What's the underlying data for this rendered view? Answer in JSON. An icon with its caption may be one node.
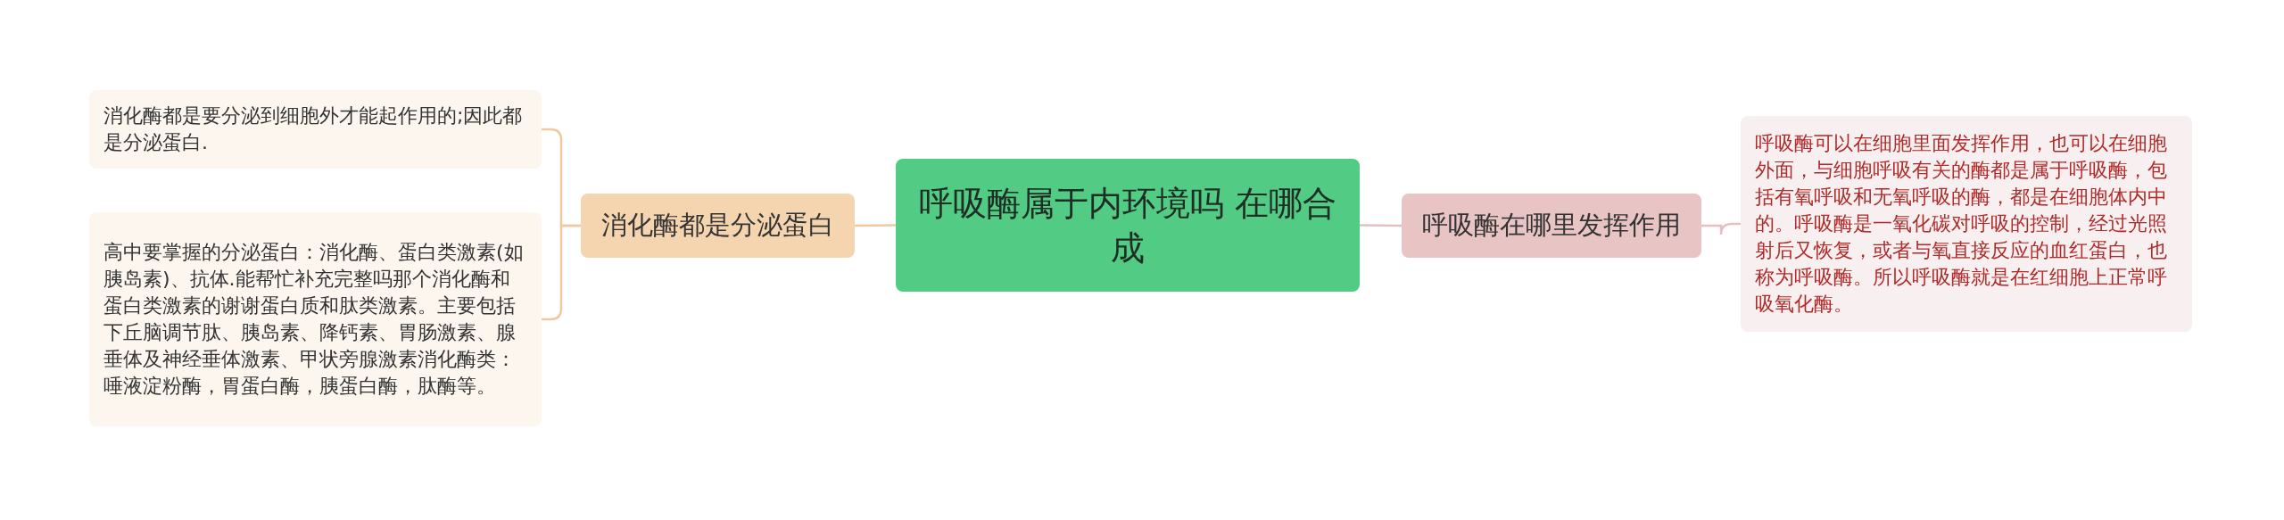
{
  "diagram": {
    "nodes": [
      {
        "text": [
          "呼吸酶属于内环境吗 在哪合成"
        ]
      },
      {
        "text": [
          "消化酶都是分泌蛋白"
        ]
      },
      {
        "text": [
          "消化酶都是要分泌到细胞外才能起作用的;因此都是分泌蛋白."
        ]
      },
      {
        "text": [
          "高中要掌握的分泌蛋白：消化酶、蛋白类激素(如胰岛素)、抗体.能帮忙补充完整吗那个消化酶和蛋白类激素的谢谢蛋白质和肽类激素。主要包括下丘脑调节肽、胰岛素、降钙素、胃肠激素、腺垂体及神经垂体激素、甲状旁腺激素消化酶类：唾液淀粉酶，胃蛋白酶，胰蛋白酶，肽酶等。"
        ]
      },
      {
        "text": [
          "呼吸酶在哪里发挥作用"
        ]
      },
      {
        "text": [
          "呼吸酶可以在细胞里面发挥作用，也可以在细胞外面，与细胞呼吸有关的酶都是属于呼吸酶，包括有氧呼吸和无氧呼吸的酶，都是在细胞体内中的。呼吸酶是一氧化碳对呼吸的控制，经过光照射后又恢复，或者与氧直接反应的血红蛋白，也称为呼吸酶。所以呼吸酶就是在红细胞上正常呼吸氧化酶。"
        ]
      }
    ],
    "edges": [
      {
        "from": 0,
        "to": 1,
        "arrow": "none"
      },
      {
        "from": 1,
        "to": 2,
        "arrow": "none"
      },
      {
        "from": 1,
        "to": 3,
        "arrow": "none"
      },
      {
        "from": 0,
        "to": 4,
        "arrow": "none"
      },
      {
        "from": 4,
        "to": 5,
        "arrow": "none"
      }
    ]
  }
}
